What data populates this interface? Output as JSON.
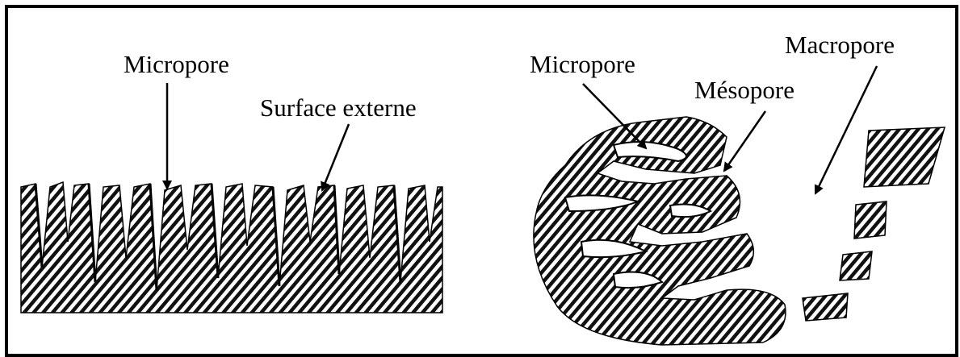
{
  "figure": {
    "left_panel": {
      "labels": {
        "micropore": "Micropore",
        "external_surface": "Surface externe"
      }
    },
    "right_panel": {
      "labels": {
        "micropore": "Micropore",
        "mesopore": "Mésopore",
        "macropore": "Macropore"
      }
    }
  },
  "colors": {
    "ink": "#000000",
    "background": "#ffffff"
  }
}
